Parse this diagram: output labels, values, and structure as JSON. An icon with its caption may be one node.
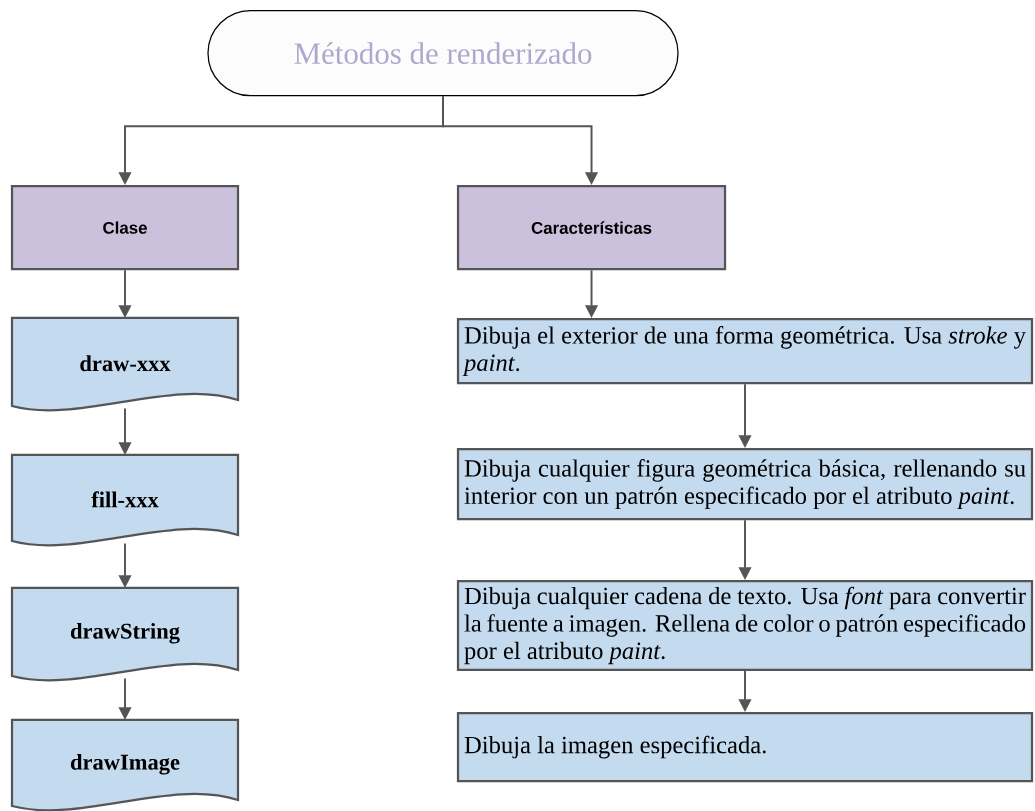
{
  "diagram": {
    "nodes": [
      {
        "text": [
          "Métodos de renderizado"
        ]
      },
      {
        "text": [
          "Clase"
        ]
      },
      {
        "text": [
          "Características"
        ]
      },
      {
        "text": [
          "draw-xxx"
        ]
      },
      {
        "text": [
          "fill-xxx"
        ]
      },
      {
        "text": [
          "drawString"
        ]
      },
      {
        "text": [
          "drawImage"
        ]
      },
      {
        "text": [
          "Dibuja el exterior de una forma geométrica. Usa *stroke* y *paint*."
        ]
      },
      {
        "text": [
          "Dibuja cualquier figura geométrica básica, rellenando su interior con un patrón especificado por el atributo *paint*."
        ]
      },
      {
        "text": [
          "Dibuja cualquier cadena de texto. Usa *font* para convertir la fuente a imagen. Rellena de color o patrón especificado por el atributo *paint*."
        ]
      },
      {
        "text": [
          "Dibuja la imagen especificada."
        ]
      }
    ],
    "edges": [
      {
        "from": 0,
        "to": 1,
        "arrow": "to"
      },
      {
        "from": 0,
        "to": 2,
        "arrow": "to"
      },
      {
        "from": 1,
        "to": 3,
        "arrow": "to"
      },
      {
        "from": 3,
        "to": 4,
        "arrow": "to"
      },
      {
        "from": 4,
        "to": 5,
        "arrow": "to"
      },
      {
        "from": 5,
        "to": 6,
        "arrow": "to"
      },
      {
        "from": 2,
        "to": 7,
        "arrow": "to"
      },
      {
        "from": 7,
        "to": 8,
        "arrow": "to"
      },
      {
        "from": 8,
        "to": 9,
        "arrow": "to"
      },
      {
        "from": 9,
        "to": 10,
        "arrow": "to"
      }
    ]
  }
}
